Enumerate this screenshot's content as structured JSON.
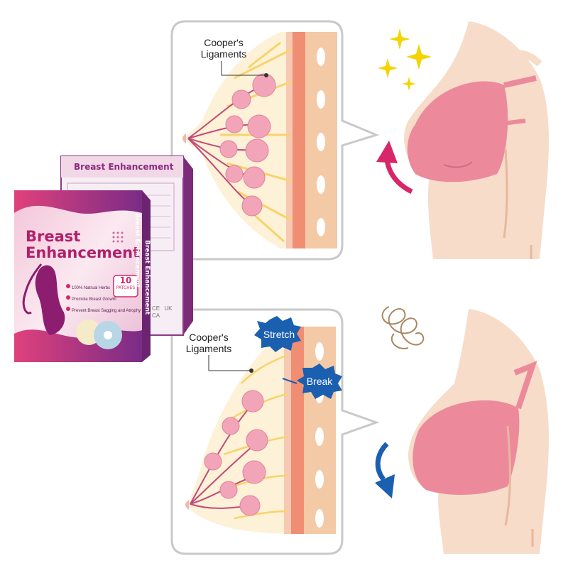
{
  "top_panel": {
    "ligament_label_line1": "Cooper's",
    "ligament_label_line2": "Ligaments"
  },
  "bottom_panel": {
    "ligament_label_line1": "Cooper's",
    "ligament_label_line2": "Ligaments",
    "stretch_label": "Stretch",
    "break_label": "Break"
  },
  "product": {
    "back_box_title": "Breast Enhancement",
    "back_box_side_text": "Breast Enhancement",
    "front_title_line1": "Breast",
    "front_title_line2": "Enhancement",
    "front_side_text": "Breast Enhancement",
    "count_number": "10",
    "count_unit": "PATCHES",
    "bullets": [
      "100% Natrual Herbs",
      "Promote Breast Growth",
      "Prevent Breast Sagging and Atrophy"
    ],
    "marks": [
      "CE",
      "UK CA"
    ]
  },
  "colors": {
    "accent_pink": "#d8266a",
    "accent_blue": "#1b5fb0",
    "bra_pink": "#ec8a9c",
    "skin": "#f6dcc9",
    "tissue": "#f9c7c9",
    "box_purple": "#7b2b78"
  },
  "icons": {
    "sparkles": "sparkle-icon",
    "arrow_up": "arrow-up-curved-icon",
    "arrow_down": "arrow-down-curved-icon",
    "tangle": "tangled-line-icon"
  }
}
